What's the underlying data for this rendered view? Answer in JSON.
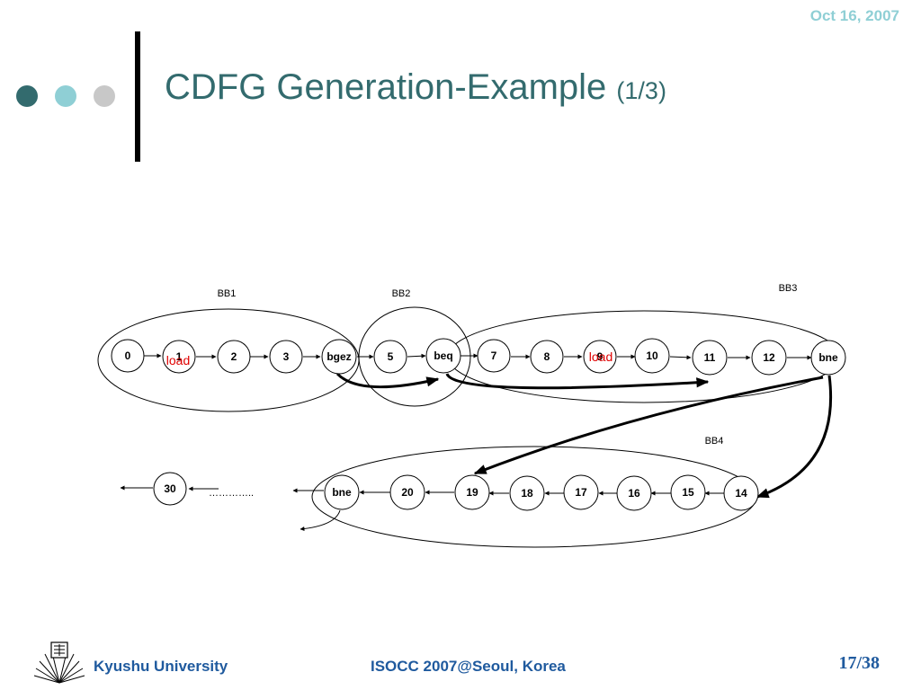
{
  "header": {
    "date": "Oct 16, 2007",
    "title": "CDFG Generation-Example",
    "title_suffix": "(1/3)",
    "dot_colors": [
      "#336b6e",
      "#8fcfd5",
      "#c8c8c8"
    ]
  },
  "diagram": {
    "blocks": [
      "BB1",
      "BB2",
      "BB3",
      "BB4"
    ],
    "nodes_top": [
      "0",
      "1",
      "2",
      "3",
      "bgez",
      "5",
      "beq",
      "7",
      "8",
      "9",
      "10",
      "11",
      "12",
      "bne"
    ],
    "nodes_bottom": [
      "30",
      "bne",
      "20",
      "19",
      "18",
      "17",
      "16",
      "15",
      "14"
    ],
    "load_labels": [
      "load",
      "load"
    ],
    "ellipsis": "………….."
  },
  "footer": {
    "university": "Kyushu University",
    "conference": "ISOCC 2007@Seoul, Korea",
    "page": "17/38"
  },
  "colors": {
    "accent": "#336b6e",
    "light_accent": "#8fcfd5",
    "footer_text": "#1f5a9e",
    "load_label": "#e00000"
  }
}
